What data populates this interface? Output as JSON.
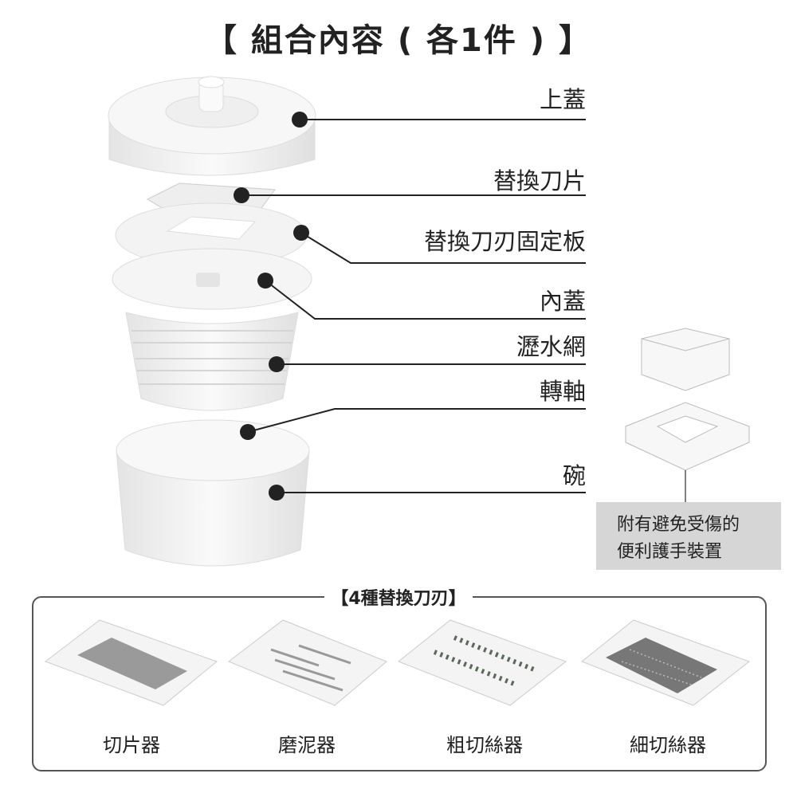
{
  "title": "【 組合內容 ( 各1件 ) 】",
  "parts": [
    {
      "label": "上蓋"
    },
    {
      "label": "替換刀片"
    },
    {
      "label": "替換刀刃固定板"
    },
    {
      "label": "內蓋"
    },
    {
      "label": "瀝水網"
    },
    {
      "label": "轉軸"
    },
    {
      "label": "碗"
    }
  ],
  "callout": {
    "line1": "附有避免受傷的",
    "line2": "便利護手裝置"
  },
  "blades": {
    "title": "【4種替換刀刃】",
    "items": [
      {
        "label": "切片器"
      },
      {
        "label": "磨泥器"
      },
      {
        "label": "粗切絲器"
      },
      {
        "label": "細切絲器"
      }
    ]
  },
  "colors": {
    "line": "#222222",
    "callout_bg": "#d6d6d6",
    "box_border": "#555555"
  }
}
